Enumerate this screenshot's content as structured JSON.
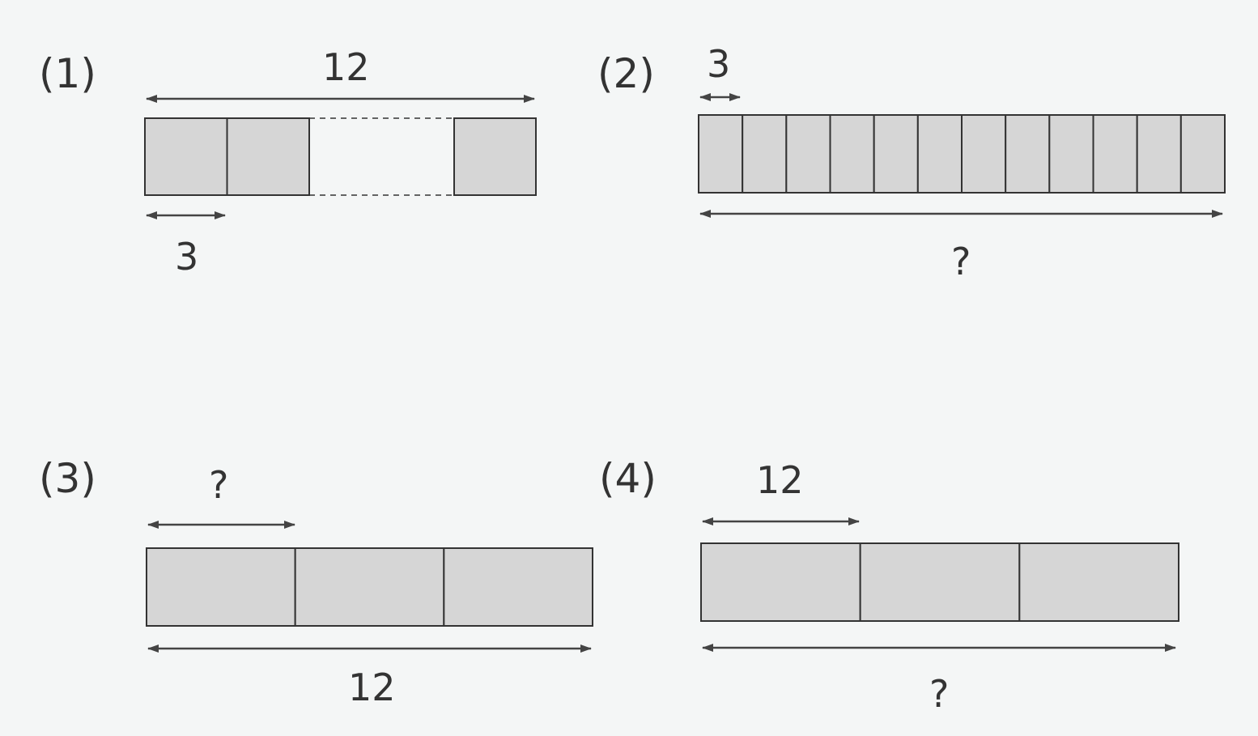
{
  "diagrams": [
    {
      "label": "(1)",
      "whole": "12",
      "part": "3",
      "parts_shown": 3,
      "has_gap": true
    },
    {
      "label": "(2)",
      "whole": "?",
      "part": "3",
      "parts_shown": 12,
      "has_gap": false
    },
    {
      "label": "(3)",
      "whole": "12",
      "part": "?",
      "parts_shown": 3,
      "has_gap": false
    },
    {
      "label": "(4)",
      "whole": "?",
      "part": "12",
      "parts_shown": 3,
      "has_gap": false
    }
  ],
  "colors": {
    "fill": "#d6d6d6",
    "stroke": "#333333",
    "arrow": "#444444"
  }
}
